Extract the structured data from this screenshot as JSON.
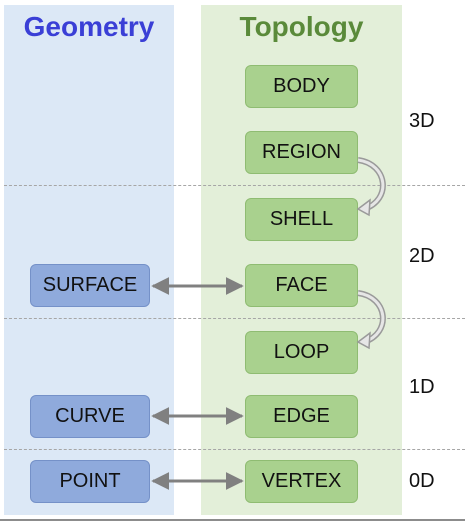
{
  "geometry": {
    "title": "Geometry",
    "items": [
      "SURFACE",
      "CURVE",
      "POINT"
    ]
  },
  "topology": {
    "title": "Topology",
    "items": [
      "BODY",
      "REGION",
      "SHELL",
      "FACE",
      "LOOP",
      "EDGE",
      "VERTEX"
    ]
  },
  "dimensions": [
    "3D",
    "2D",
    "1D",
    "0D"
  ],
  "colors": {
    "geometry_bg": "#dce8f6",
    "topology_bg": "#e3efd9",
    "geometry_title": "#3a3fd6",
    "topology_title": "#5a8a3a",
    "geometry_box": "#8faadc",
    "topology_box": "#a9d18e",
    "arrow": "#808080"
  }
}
